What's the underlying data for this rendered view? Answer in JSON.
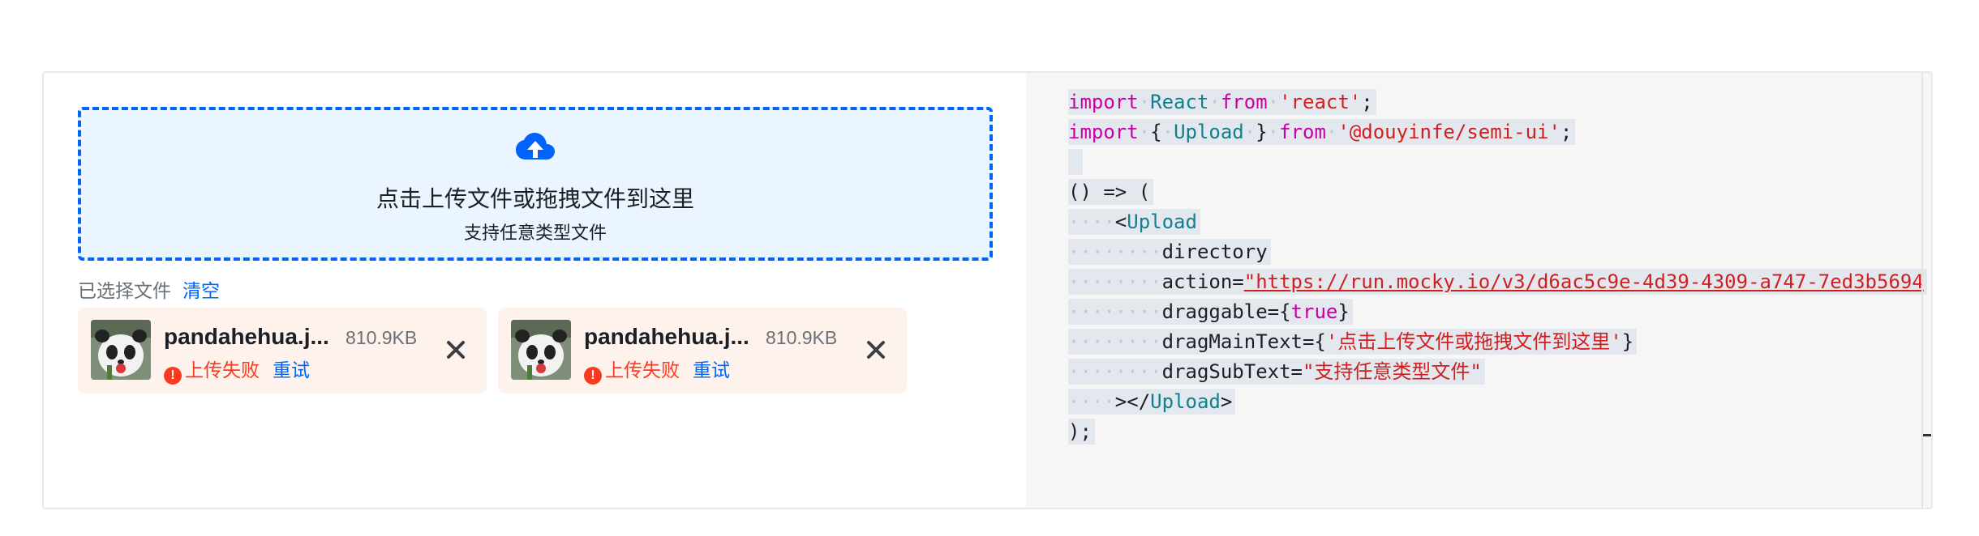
{
  "upload": {
    "drag_main_text": "点击上传文件或拖拽文件到这里",
    "drag_sub_text": "支持任意类型文件",
    "file_list_title": "已选择文件",
    "clear_label": "清空",
    "accent_color": "#0064fa",
    "error_color": "#f93920",
    "files": [
      {
        "name": "pandahehua.j...",
        "size": "810.9KB",
        "status": "上传失败",
        "retry_label": "重试",
        "thumbnail_icon": "panda-thumbnail"
      },
      {
        "name": "pandahehua.j...",
        "size": "810.9KB",
        "status": "上传失败",
        "retry_label": "重试",
        "thumbnail_icon": "panda-thumbnail"
      }
    ],
    "icons": {
      "upload": "cloud-upload-icon",
      "error": "error-circle-icon",
      "remove": "close-icon"
    }
  },
  "code": {
    "l1_import": "import",
    "l1_name": "React",
    "l1_from": "from",
    "l1_source": "'react'",
    "l1_end": ";",
    "l2_import": "import",
    "l2_open": "{",
    "l2_name": "Upload",
    "l2_close": "}",
    "l2_from": "from",
    "l2_source": "'@douyinfe/semi-ui'",
    "l2_end": ";",
    "l4_arrow": "() => (",
    "l5_open": "<",
    "l5_tag": "Upload",
    "l6_attr": "directory",
    "l7_attr": "action=",
    "l7_value": "\"https://run.mocky.io/v3/d6ac5c9e-4d39-4309-a747-7ed3b5694",
    "l8_attr": "draggable={",
    "l8_value": "true",
    "l8_close": "}",
    "l9_attr": "dragMainText={",
    "l9_value": "'点击上传文件或拖拽文件到这里'",
    "l9_close": "}",
    "l10_attr": "dragSubText=",
    "l10_value": "\"支持任意类型文件\"",
    "l11_open": "></",
    "l11_tag": "Upload",
    "l11_close": ">",
    "l12_end": ");"
  }
}
